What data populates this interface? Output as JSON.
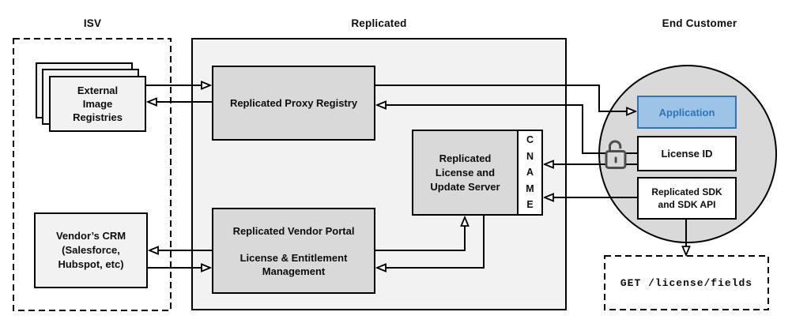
{
  "sections": {
    "isv": {
      "label": "ISV"
    },
    "replicated": {
      "label": "Replicated"
    },
    "end_customer": {
      "label": "End Customer"
    }
  },
  "nodes": {
    "external_registries": {
      "label": "External\nImage\nRegistries"
    },
    "proxy_registry": {
      "label": "Replicated Proxy Registry"
    },
    "license_server": {
      "label": "Replicated\nLicense and\nUpdate Server"
    },
    "cname": {
      "label": "C\nN\nA\nM\nE"
    },
    "vendor_portal": {
      "label": "Replicated Vendor Portal\n\nLicense & Entitlement\nManagement"
    },
    "crm": {
      "label": "Vendor’s CRM\n(Salesforce,\nHubspot, etc)"
    },
    "application": {
      "label": "Application"
    },
    "license_id": {
      "label": "License ID"
    },
    "sdk": {
      "label": "Replicated SDK\nand SDK API"
    },
    "api_request": {
      "label": "GET /license/fields"
    }
  },
  "icons": {
    "lock": "open-padlock-icon"
  },
  "connections": [
    {
      "from": "external_registries",
      "to": "proxy_registry"
    },
    {
      "from": "proxy_registry",
      "to": "external_registries"
    },
    {
      "from": "proxy_registry",
      "to": "application"
    },
    {
      "from": "license_id",
      "to": "proxy_registry"
    },
    {
      "from": "license_id",
      "to": "cname"
    },
    {
      "from": "sdk",
      "to": "cname"
    },
    {
      "from": "vendor_portal",
      "to": "license_server"
    },
    {
      "from": "license_server",
      "to": "vendor_portal"
    },
    {
      "from": "vendor_portal",
      "to": "crm"
    },
    {
      "from": "crm",
      "to": "vendor_portal"
    },
    {
      "from": "sdk",
      "to": "api_request"
    }
  ],
  "colors": {
    "container_fill": "#f2f2f2",
    "node_fill": "#d9d9d9",
    "light_node_fill": "#f2f2f2",
    "white_fill": "#ffffff",
    "line": "#000000",
    "application_fill": "#9dc3e6",
    "application_border": "#2e75b6",
    "application_text": "#2e75b6",
    "lock_stroke": "#4d4d4d"
  }
}
